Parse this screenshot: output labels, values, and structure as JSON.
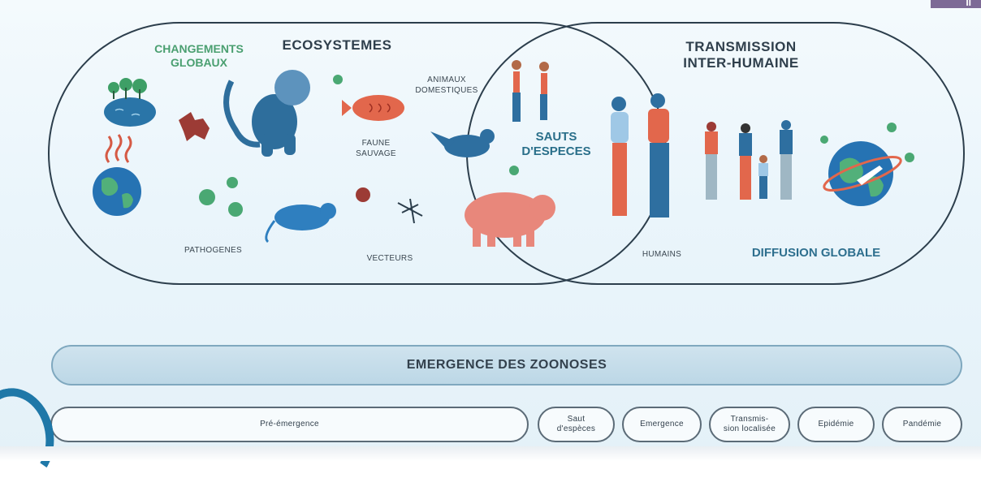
{
  "labels": {
    "changements": "CHANGEMENTS\nGLOBAUX",
    "ecosystemes": "ECOSYSTEMES",
    "transmission": "TRANSMISSION\nINTER-HUMAINE",
    "animaux": "ANIMAUX\nDOMESTIQUES",
    "faune": "FAUNE\nSAUVAGE",
    "sauts": "SAUTS\nD'ESPECES",
    "pathogenes": "PATHOGENES",
    "vecteurs": "VECTEURS",
    "humains": "HUMAINS",
    "diffusion": "DIFFUSION GLOBALE"
  },
  "emergence": "EMERGENCE DES ZOONOSES",
  "phases": {
    "pre": "Pré-émergence",
    "saut": "Saut\nd'espèces",
    "emergence": "Emergence",
    "transmission": "Transmis-\nsion localisée",
    "epidemie": "Epidémie",
    "pandemie": "Pandémie"
  },
  "corner": "II"
}
